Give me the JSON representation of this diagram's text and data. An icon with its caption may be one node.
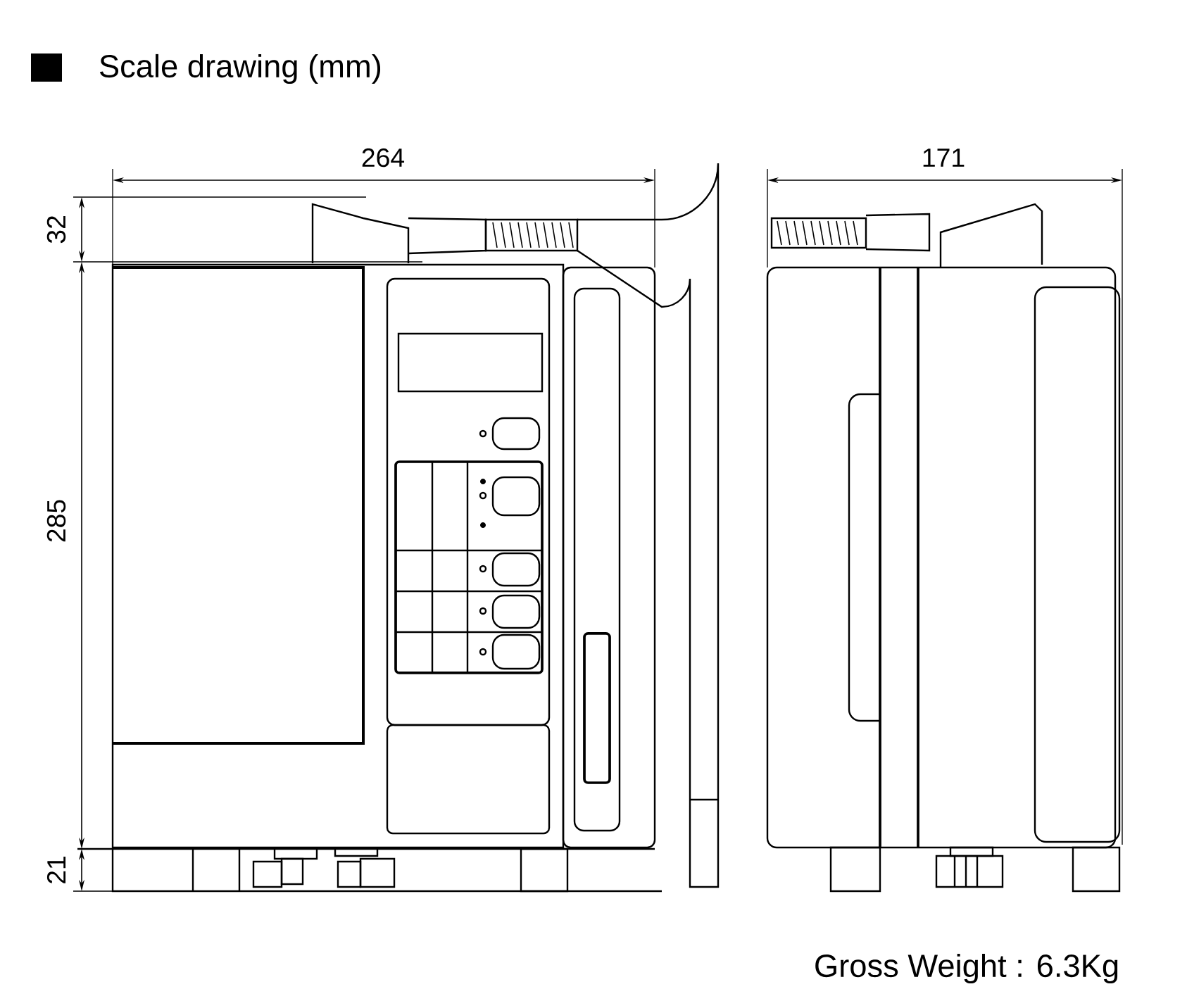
{
  "diagram": {
    "title": "Scale drawing (mm)",
    "labels": [
      "264",
      "171",
      "32",
      "285",
      "21",
      "Gross Weight : 6.3Kg"
    ]
  }
}
